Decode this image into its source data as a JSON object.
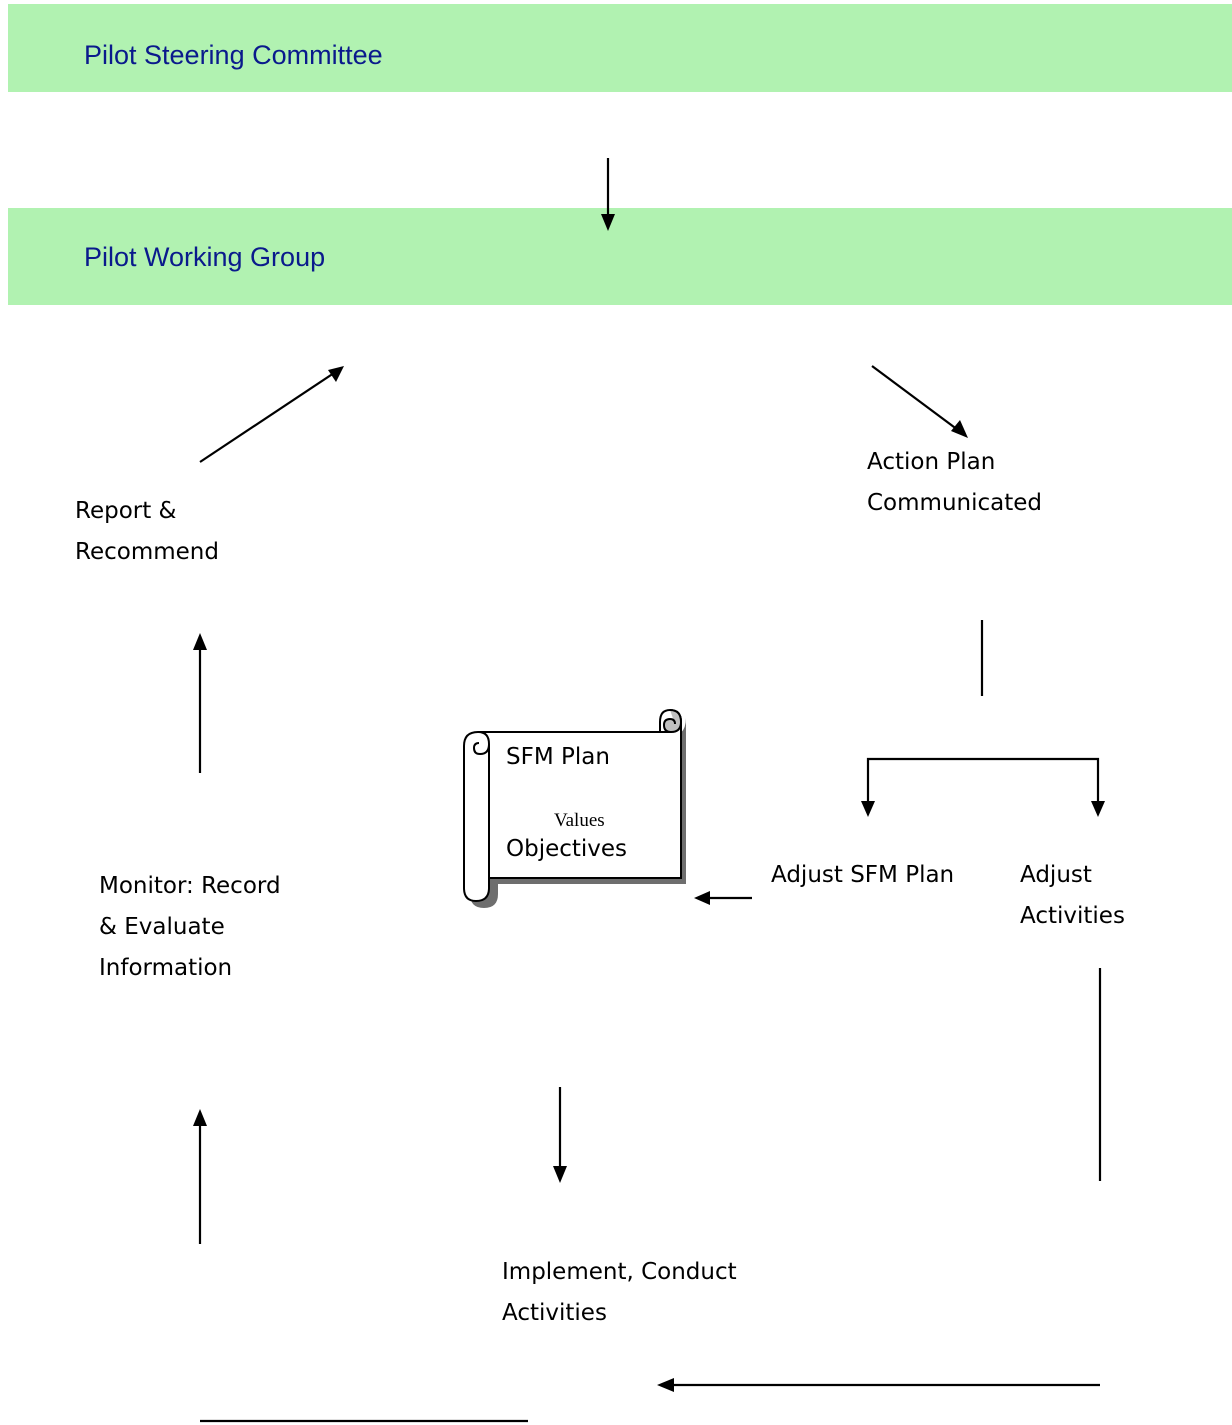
{
  "bands": {
    "steering": {
      "title": "Pilot Steering Committee"
    },
    "working": {
      "title": "Pilot Working Group"
    }
  },
  "steps": {
    "action_plan": {
      "line1": "Action Plan",
      "line2": "Communicated"
    },
    "report": {
      "line1": "Report &",
      "line2": "Recommend"
    },
    "monitor": {
      "line1": "Monitor: Record",
      "line2": "& Evaluate",
      "line3": "Information"
    },
    "adjust_plan": {
      "label": "Adjust SFM Plan"
    },
    "adjust_activities": {
      "line1": "Adjust",
      "line2": "Activities"
    },
    "implement": {
      "line1": "Implement, Conduct",
      "line2": "Activities"
    }
  },
  "scroll": {
    "title": "SFM Plan",
    "values": "Values",
    "objectives": "Objectives"
  },
  "colors": {
    "band_fill": "#b1f2b1",
    "band_text": "#0a1a8c",
    "line": "#000000",
    "scroll_curl": "#c0c0c0"
  }
}
